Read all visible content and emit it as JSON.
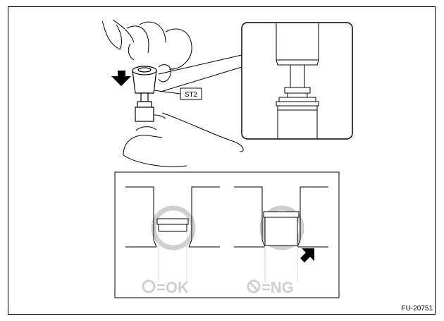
{
  "labels": {
    "tool": "ST2",
    "ok": "=OK",
    "ng": "=NG",
    "figure_code": "FU-20751"
  },
  "colors": {
    "line": "#000000",
    "symbol_gray": "#cfcfcf",
    "bar_gray": "#d9d9d9",
    "arrow": "#000000"
  }
}
